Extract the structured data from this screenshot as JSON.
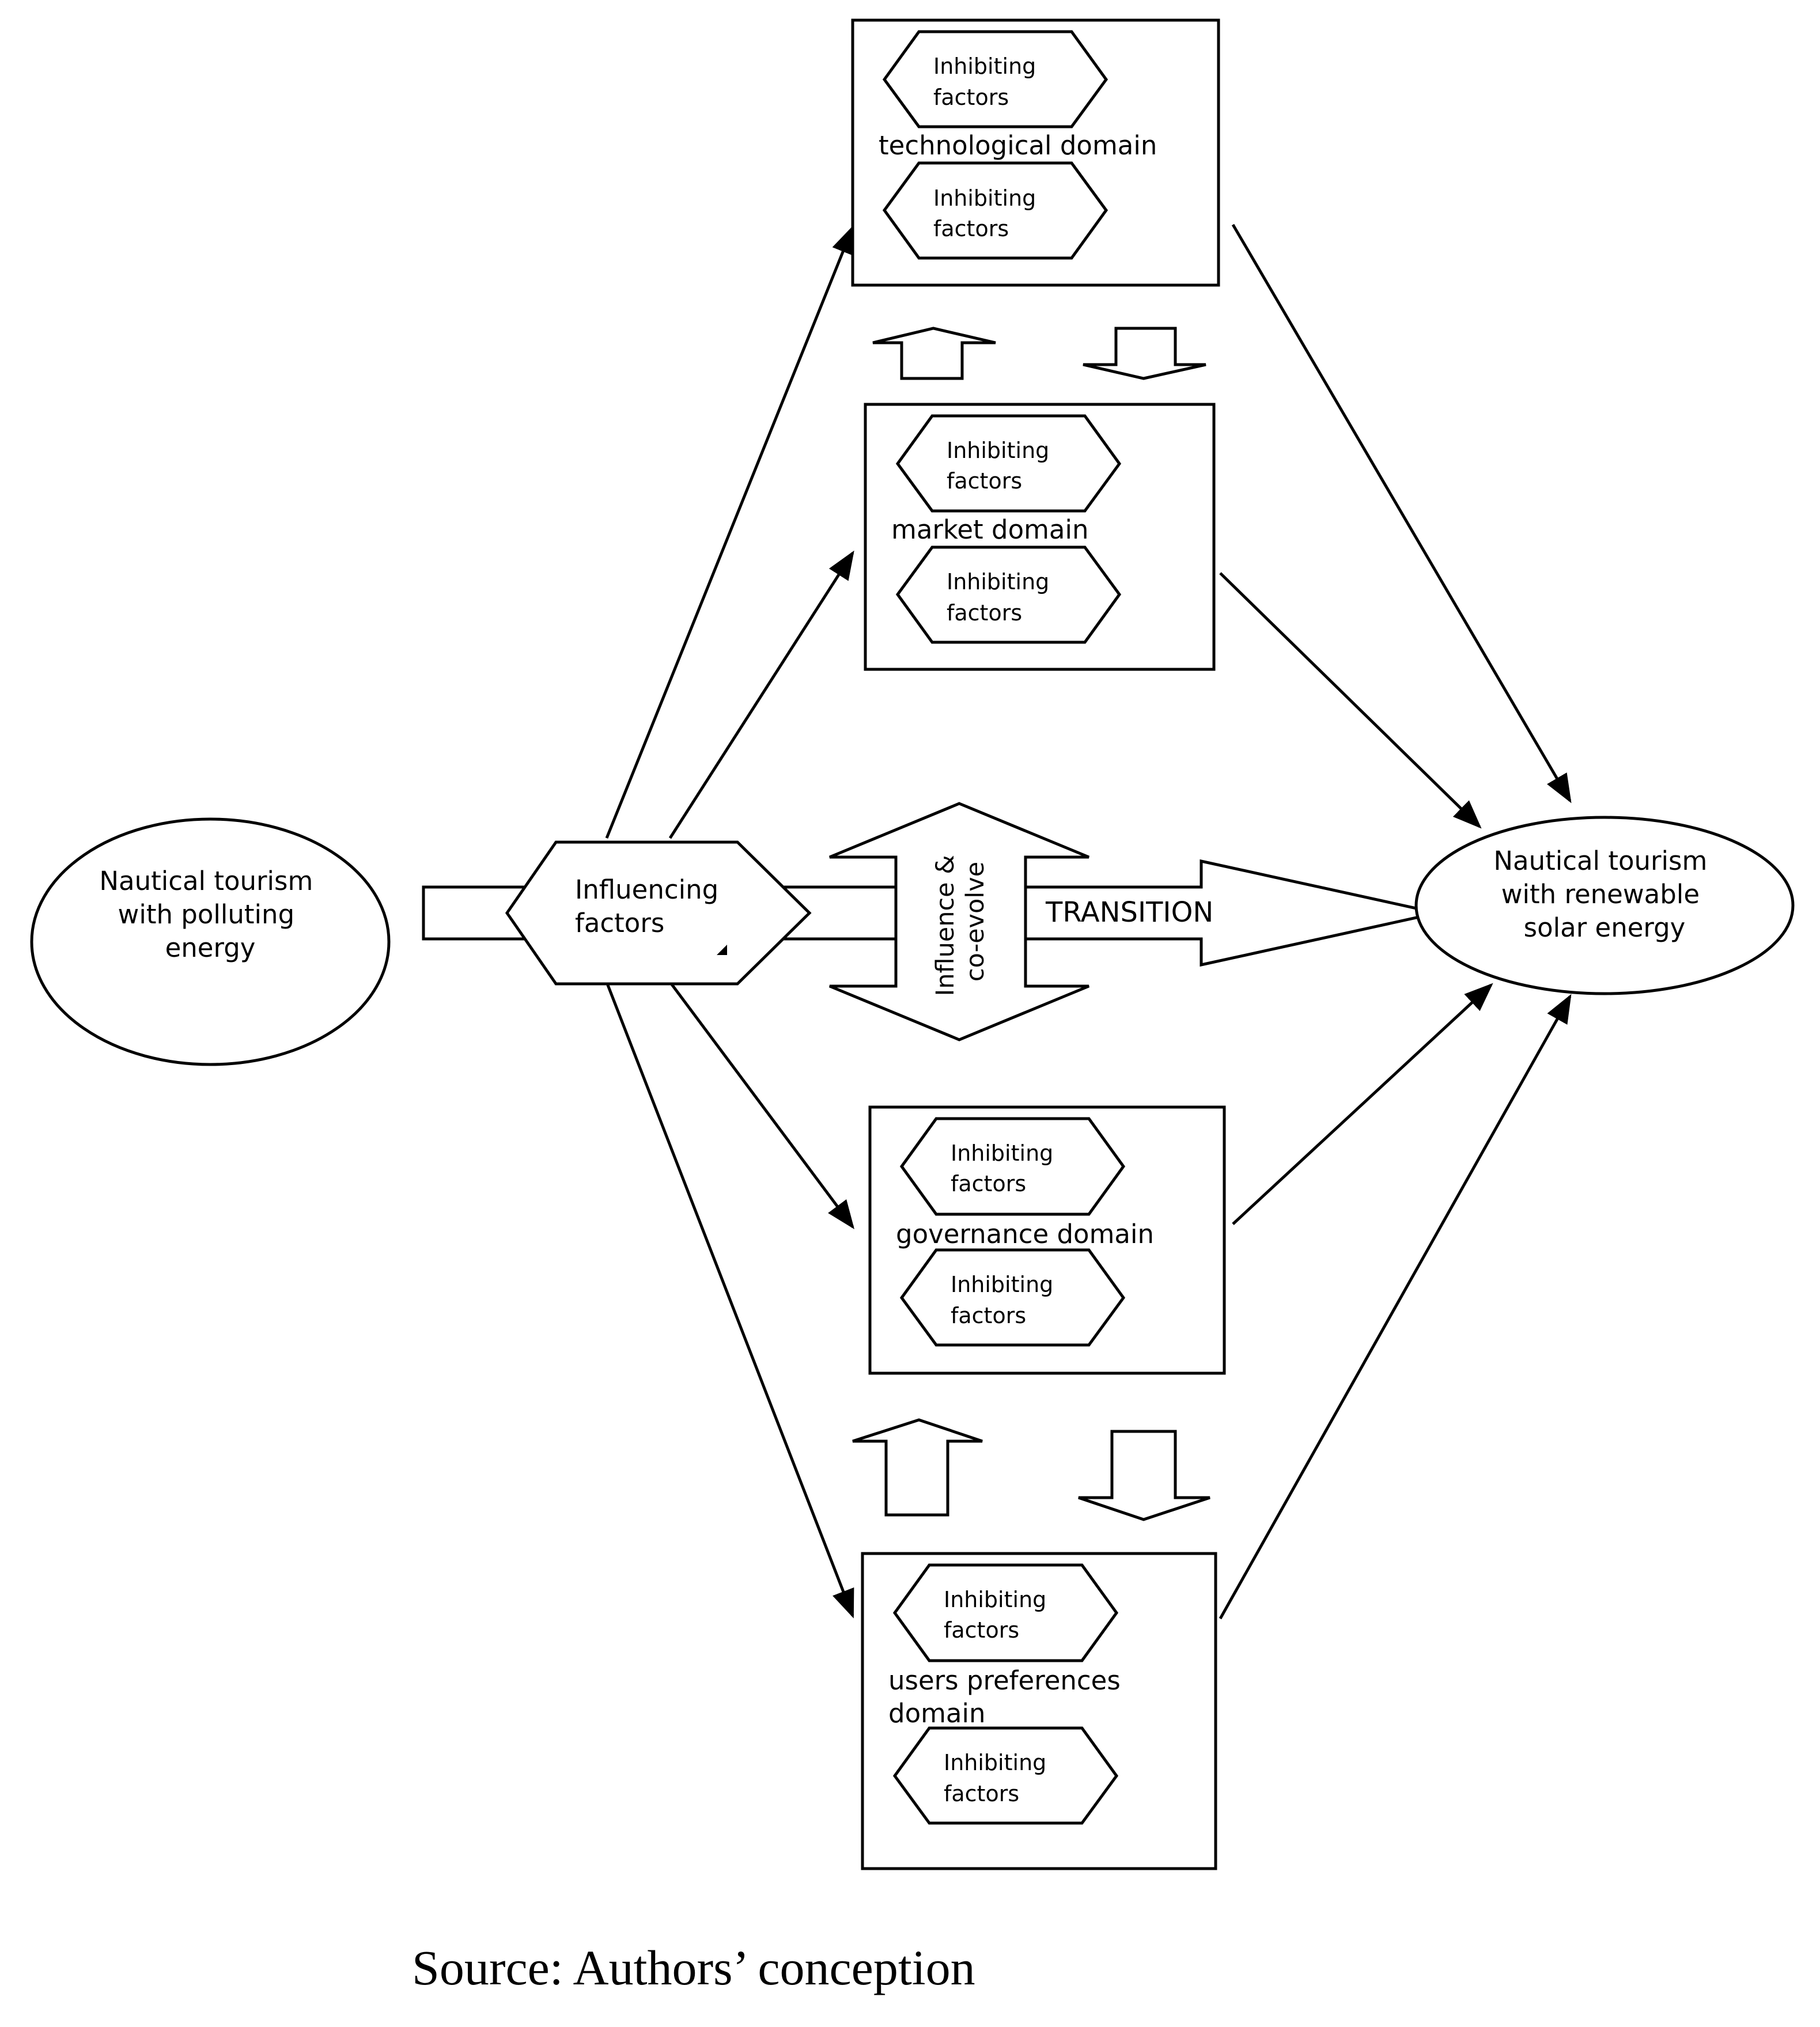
{
  "start_state": {
    "lines": [
      "Nautical tourism",
      "with polluting",
      "energy"
    ]
  },
  "end_state": {
    "lines": [
      "Nautical tourism",
      "with renewable",
      "solar energy"
    ]
  },
  "influencing": {
    "lines": [
      "Influencing",
      "factors"
    ]
  },
  "coevolve": {
    "lines": [
      "Influence &",
      "co-evolve"
    ]
  },
  "transition": "TRANSITION",
  "inhibiting": [
    "Inhibiting",
    "factors"
  ],
  "domains": [
    {
      "id": "technological",
      "lines": [
        "technological domain"
      ]
    },
    {
      "id": "market",
      "lines": [
        "market domain"
      ]
    },
    {
      "id": "governance",
      "lines": [
        "governance domain"
      ]
    },
    {
      "id": "users",
      "lines": [
        "users preferences",
        "domain"
      ]
    }
  ],
  "source": "Source: Authors’ conception",
  "colors": {
    "stroke": "#000000",
    "fill": "#ffffff"
  }
}
